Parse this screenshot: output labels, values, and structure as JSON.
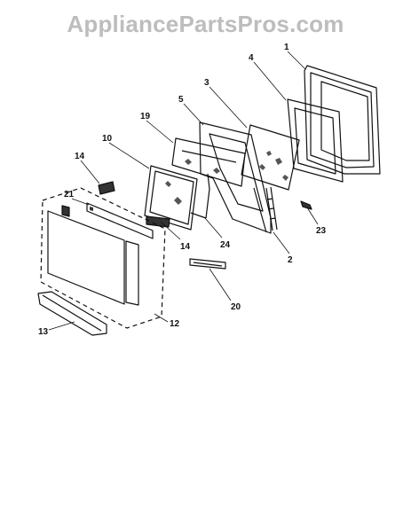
{
  "watermark": "AppliancePartsPros.com",
  "callouts": {
    "c1": "1",
    "c2": "2",
    "c3": "3",
    "c4": "4",
    "c5": "5",
    "c10": "10",
    "c12": "12",
    "c13": "13",
    "c14a": "14",
    "c14b": "14",
    "c19": "19",
    "c20": "20",
    "c21": "21",
    "c23": "23",
    "c24": "24"
  },
  "parts": [
    {
      "id": "outer-door-frame",
      "callout": "1"
    },
    {
      "id": "hinge-rod",
      "callout": "2"
    },
    {
      "id": "glass-panel",
      "callout": "3"
    },
    {
      "id": "door-gasket",
      "callout": "4"
    },
    {
      "id": "inner-door-frame",
      "callout": "5"
    },
    {
      "id": "inner-glass",
      "callout": "10"
    },
    {
      "id": "door-assembly",
      "callout": "12"
    },
    {
      "id": "door-handle",
      "callout": "13"
    },
    {
      "id": "door-clip",
      "callout": "14"
    },
    {
      "id": "insulation-shield",
      "callout": "19"
    },
    {
      "id": "vent-trim",
      "callout": "20"
    },
    {
      "id": "door-trim",
      "callout": "21"
    },
    {
      "id": "screw",
      "callout": "23"
    },
    {
      "id": "glass-retainer",
      "callout": "24"
    }
  ]
}
